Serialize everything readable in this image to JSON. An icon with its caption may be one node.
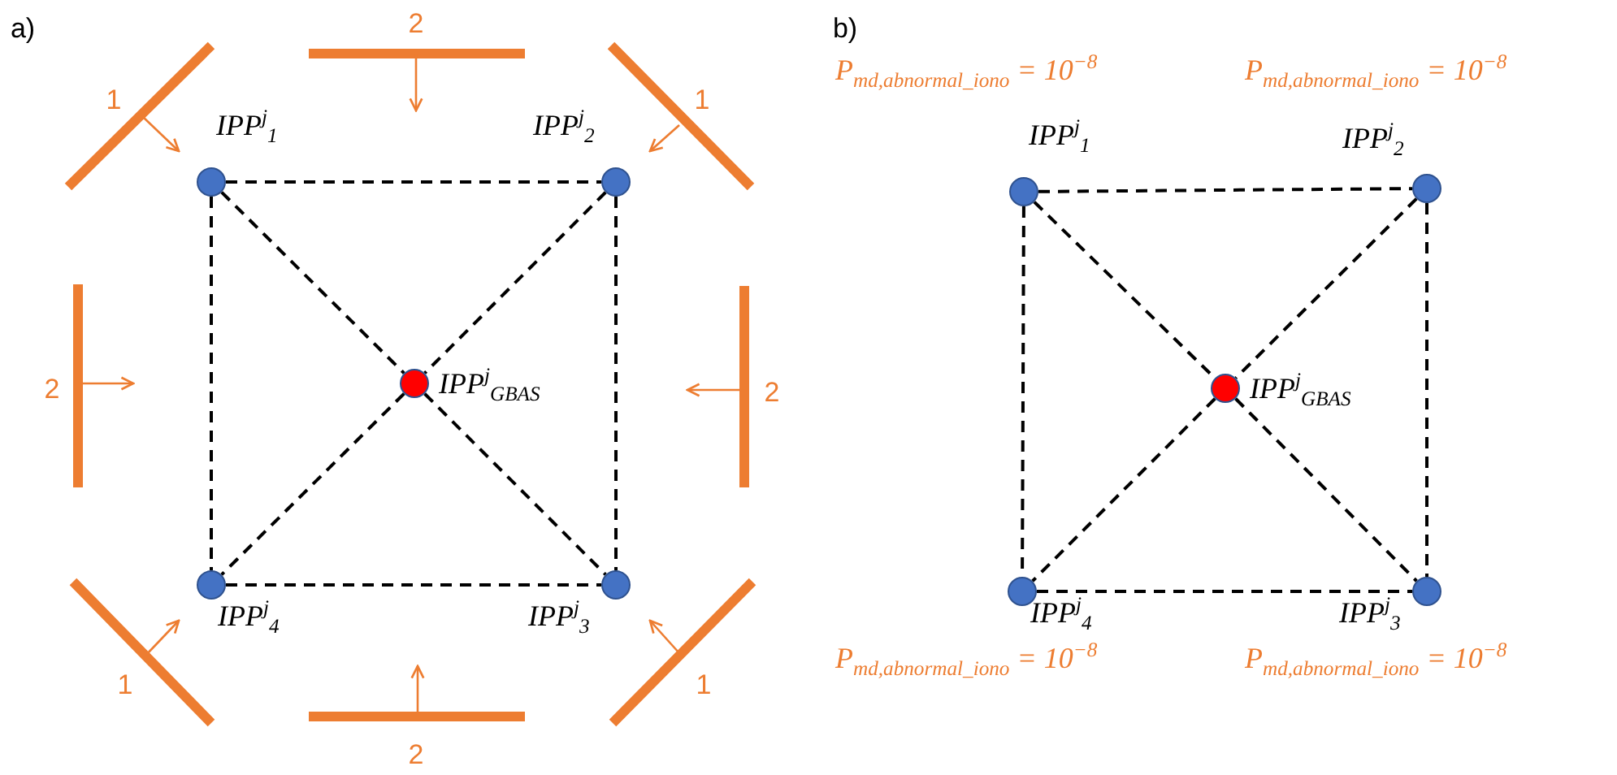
{
  "diagram": {
    "nodes": [
      {
        "text": [
          "IPP$^{j}$$_{1}$"
        ]
      },
      {
        "text": [
          "IPP$^{j}$$_{2}$"
        ]
      },
      {
        "text": [
          "IPP$^{j}$$_{GBAS}$"
        ]
      },
      {
        "text": [
          "IPP$^{j}$$_{4}$"
        ]
      },
      {
        "text": [
          "IPP$^{j}$$_{3}$"
        ]
      },
      {
        "text": [
          "IPP$^{j}$$_{1}$"
        ],
        "beside": [
          "P$_{md,abnormal_iono}$ = 10$^{−8}$"
        ]
      },
      {
        "text": [
          "IPP$^{j}$$_{2}$"
        ],
        "beside": [
          "P$_{md,abnormal_iono}$ = 10$^{−8}$"
        ]
      },
      {
        "text": [
          "IPP$^{j}$$_{GBAS}$"
        ]
      },
      {
        "text": [
          "IPP$^{j}$$_{4}$"
        ],
        "beside": [
          "P$_{md,abnormal_iono}$ = 10$^{−8}$"
        ]
      },
      {
        "text": [
          "IPP$^{j}$$_{3}$"
        ],
        "beside": [
          "P$_{md,abnormal_iono}$ = 10$^{−8}$"
        ]
      }
    ],
    "edges": [
      {
        "from": 0,
        "to": 1,
        "arrow": "none",
        "style": "dashed"
      },
      {
        "from": 0,
        "to": 3,
        "arrow": "none",
        "style": "dashed"
      },
      {
        "from": 0,
        "to": 2,
        "arrow": "none",
        "style": "dashed"
      },
      {
        "from": 1,
        "to": 2,
        "arrow": "none",
        "style": "dashed"
      },
      {
        "from": 1,
        "to": 4,
        "arrow": "none",
        "style": "dashed"
      },
      {
        "from": 2,
        "to": 3,
        "arrow": "none",
        "style": "dashed"
      },
      {
        "from": 2,
        "to": 4,
        "arrow": "none",
        "style": "dashed"
      },
      {
        "from": 3,
        "to": 4,
        "arrow": "none",
        "style": "dashed"
      },
      {
        "from": 5,
        "to": 6,
        "arrow": "none",
        "style": "dashed"
      },
      {
        "from": 5,
        "to": 8,
        "arrow": "none",
        "style": "dashed"
      },
      {
        "from": 5,
        "to": 7,
        "arrow": "none",
        "style": "dashed"
      },
      {
        "from": 6,
        "to": 7,
        "arrow": "none",
        "style": "dashed"
      },
      {
        "from": 6,
        "to": 9,
        "arrow": "none",
        "style": "dashed"
      },
      {
        "from": 7,
        "to": 8,
        "arrow": "none",
        "style": "dashed"
      },
      {
        "from": 7,
        "to": 9,
        "arrow": "none",
        "style": "dashed"
      },
      {
        "from": 8,
        "to": 9,
        "arrow": "none",
        "style": "dashed"
      }
    ],
    "labels": [
      "a)",
      "2",
      "b)",
      "1",
      "1",
      "2",
      "2",
      "1",
      "1",
      "2"
    ]
  }
}
